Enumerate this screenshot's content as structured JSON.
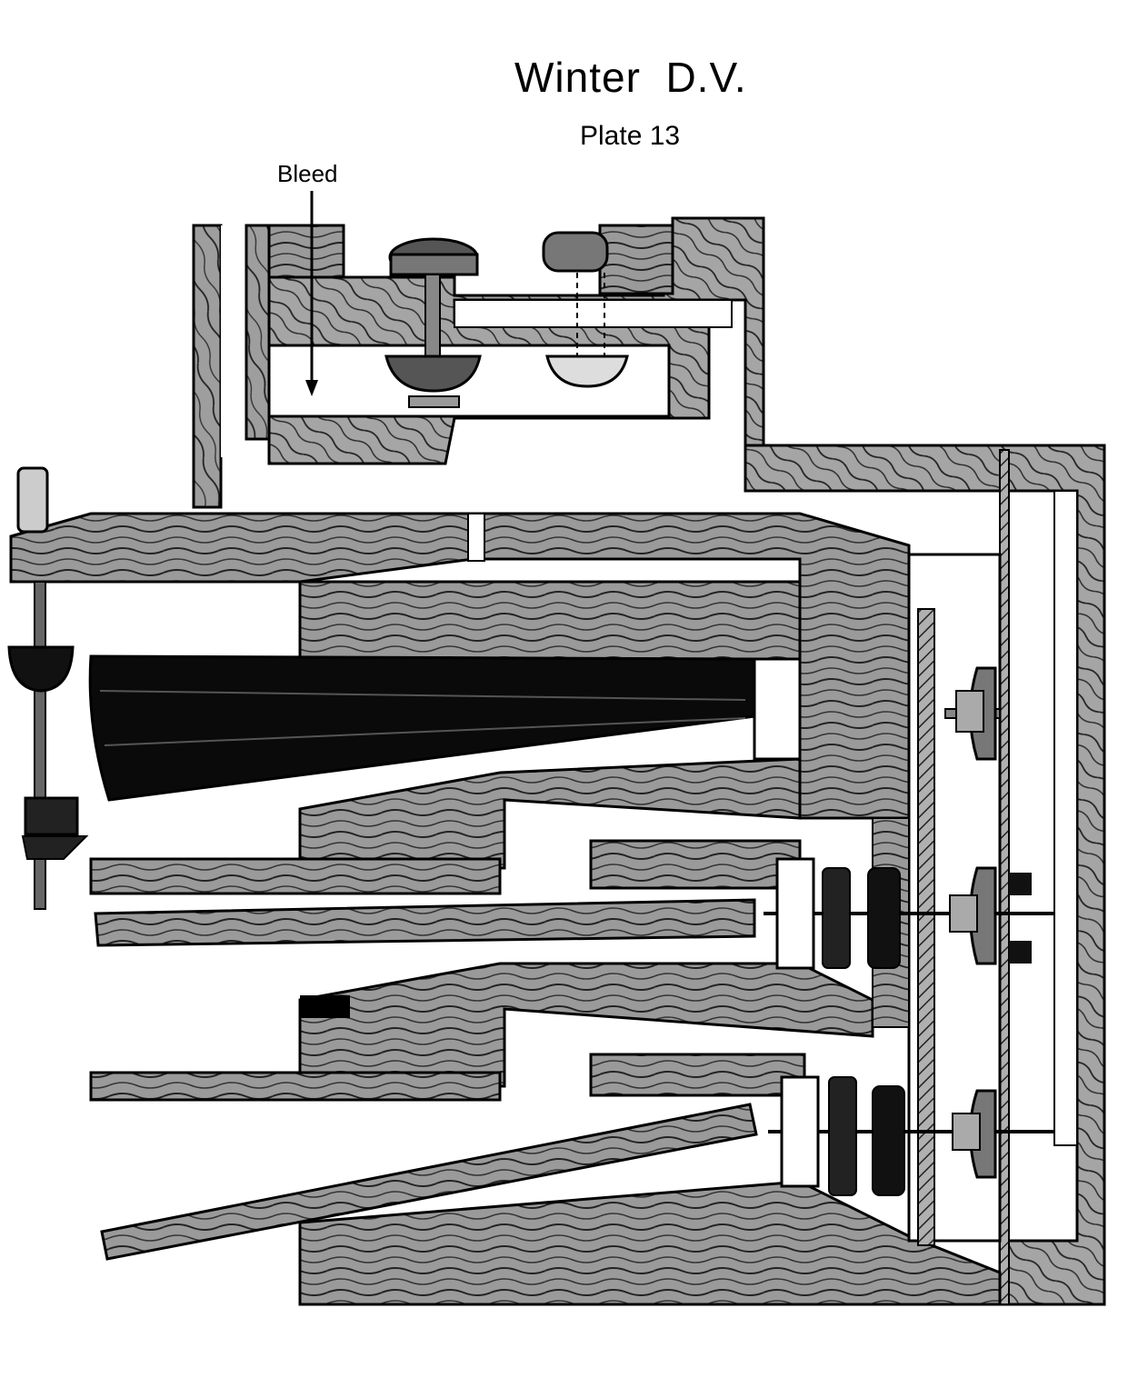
{
  "title": "Winter  D.V.",
  "subtitle": "Plate 13",
  "labels": {
    "bleed": "Bleed"
  },
  "colors": {
    "ink": "#000000",
    "wood": "#8f8f8f",
    "channel": "#ffffff"
  }
}
